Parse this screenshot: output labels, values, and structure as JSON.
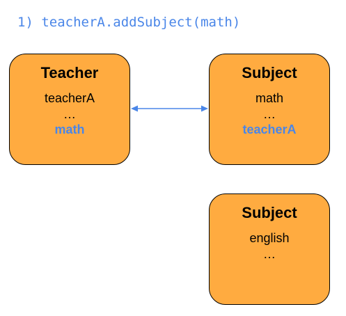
{
  "code": {
    "text": "1) teacherA.addSubject(math)"
  },
  "teacher_box": {
    "title": "Teacher",
    "name": "teacherA",
    "ellipsis": "…",
    "link": "math"
  },
  "subject_math_box": {
    "title": "Subject",
    "name": "math",
    "ellipsis": "…",
    "link": "teacherA"
  },
  "subject_english_box": {
    "title": "Subject",
    "name": "english",
    "ellipsis": "…"
  },
  "colors": {
    "box_fill": "#ffab40",
    "box_border": "#000000",
    "accent_blue": "#4a86e8"
  }
}
